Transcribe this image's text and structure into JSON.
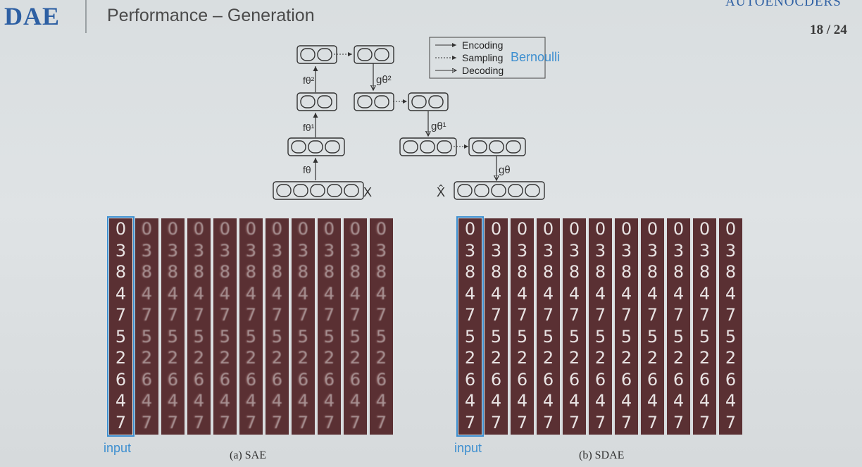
{
  "header": {
    "brand": "DAE",
    "title": "Performance – Generation",
    "section": "AUTOENOCDERS",
    "page": "18 / 24"
  },
  "diagram": {
    "legend": {
      "encoding": "Encoding",
      "sampling": "Sampling",
      "decoding": "Decoding",
      "annotation": "Bernoulli"
    },
    "labels": {
      "f0": "fθ",
      "f1": "fθ¹",
      "f2": "fθ²",
      "g2": "gθ²",
      "g1": "gθ¹",
      "g0": "gθ",
      "x": "X",
      "xhat": "X̂"
    }
  },
  "panels": {
    "sae": {
      "caption": "(a) SAE",
      "input_label": "input"
    },
    "sdae": {
      "caption": "(b) SDAE",
      "input_label": "input"
    },
    "digits": [
      "0",
      "3",
      "8",
      "4",
      "7",
      "5",
      "2",
      "6",
      "4",
      "7"
    ],
    "columns": 11
  },
  "colors": {
    "brand": "#2d5fa3",
    "accent": "#3d8fd0",
    "cell_bg": "#5a3033",
    "digit": "#e8e2e2"
  }
}
